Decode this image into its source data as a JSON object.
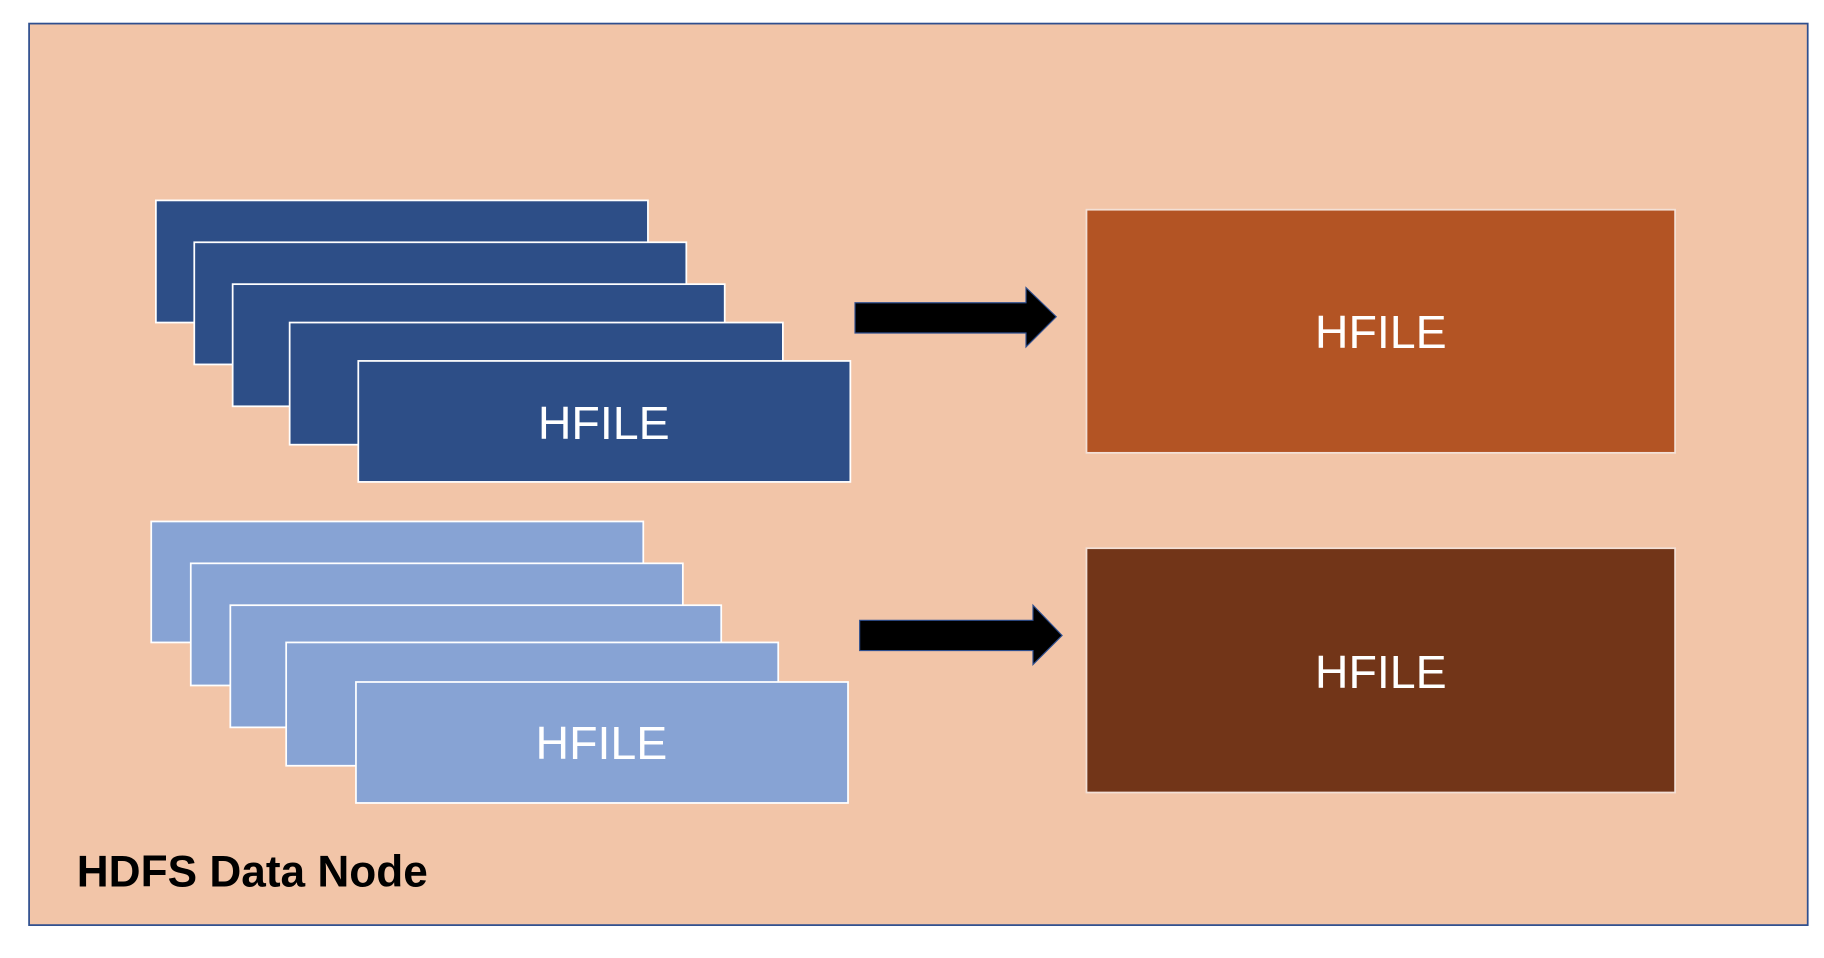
{
  "container": {
    "label": "HDFS Data Node",
    "background": "#F2C5A8",
    "border": "#2F4F8F"
  },
  "stacks": [
    {
      "label": "HFILE",
      "color": "#2D4E87",
      "count": 5
    },
    {
      "label": "HFILE",
      "color": "#87A3D4",
      "count": 5
    }
  ],
  "outputs": [
    {
      "label": "HFILE",
      "color": "#B35424"
    },
    {
      "label": "HFILE",
      "color": "#723518"
    }
  ],
  "arrows": [
    {
      "icon": "right-arrow-icon"
    },
    {
      "icon": "right-arrow-icon"
    }
  ]
}
